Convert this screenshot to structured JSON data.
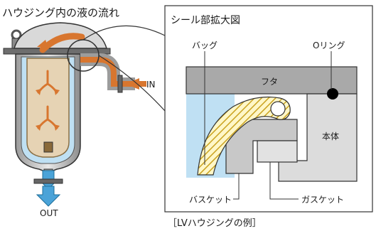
{
  "left_title": "ハウジング内の液の流れ",
  "right_title": "シール部拡大図",
  "labels": {
    "bag": "バッグ",
    "oring": "Oリング",
    "lid": "フタ",
    "body": "本体",
    "basket": "バスケット",
    "gasket": "ガスケット",
    "in": "IN",
    "out": "OUT"
  },
  "caption": "［LVハウジングの例］",
  "colors": {
    "flow_arrow": "#d8762f",
    "outlet_arrow": "#4aa3d8",
    "liquid": "#bfe0f3",
    "bag_fill": "#e6d3b4",
    "metal_dark": "#7a7a7a",
    "metal_light": "#dcdcdc"
  }
}
